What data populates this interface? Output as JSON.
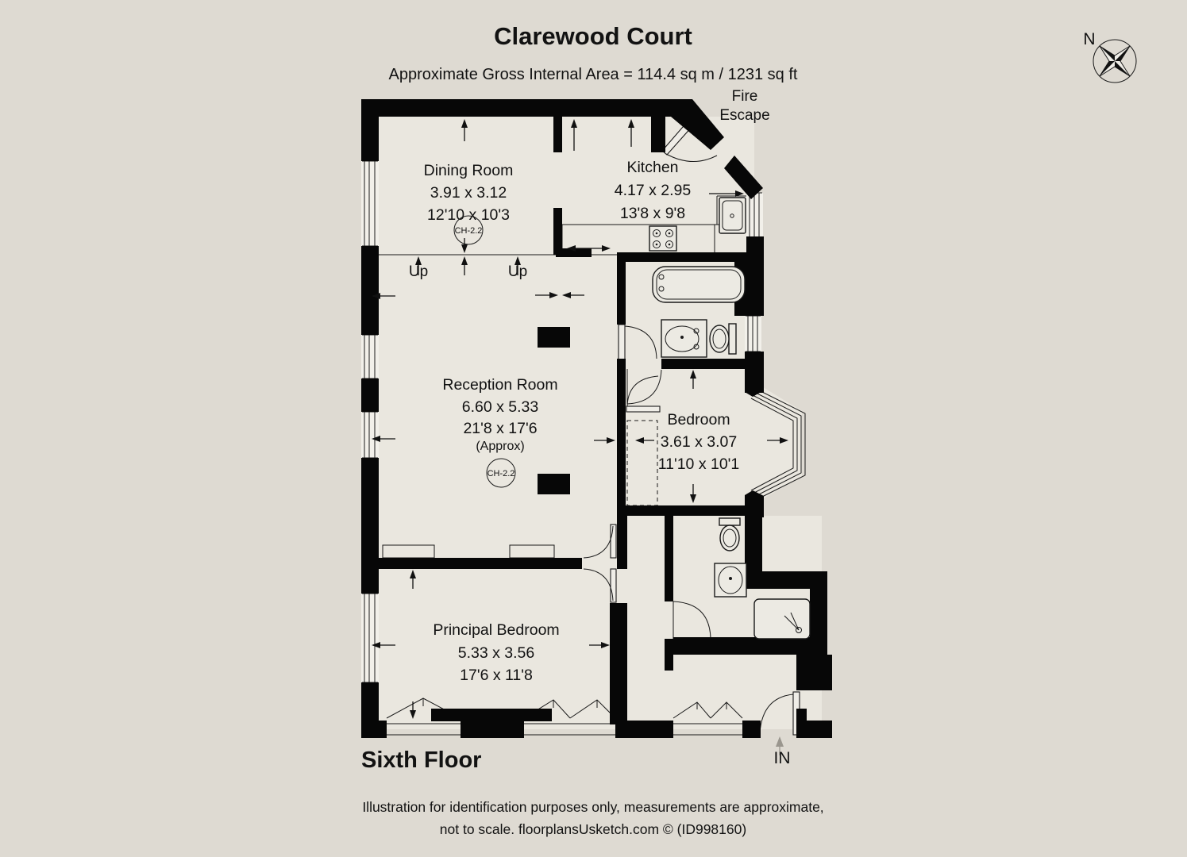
{
  "header": {
    "title": "Clarewood Court",
    "subtitle": "Approximate Gross Internal Area = 114.4 sq m / 1231 sq ft"
  },
  "compass": {
    "north": "N"
  },
  "rooms": [
    {
      "name": "Dining Room",
      "metric": "3.91 x 3.12",
      "imperial": "12'10 x 10'3",
      "ceiling": "CH-2.2"
    },
    {
      "name": "Kitchen",
      "metric": "4.17 x 2.95",
      "imperial": "13'8 x 9'8"
    },
    {
      "name": "Reception Room",
      "metric": "6.60 x 5.33",
      "imperial": "21'8 x 17'6",
      "approx": "(Approx)",
      "ceiling": "CH-2.2"
    },
    {
      "name": "Bedroom",
      "metric": "3.61 x 3.07",
      "imperial": "11'10 x 10'1"
    },
    {
      "name": "Principal Bedroom",
      "metric": "5.33 x 3.56",
      "imperial": "17'6 x 11'8"
    }
  ],
  "annotations": {
    "fire_escape_line1": "Fire",
    "fire_escape_line2": "Escape",
    "up_left": "Up",
    "up_right": "Up",
    "entrance": "IN",
    "floor": "Sixth Floor"
  },
  "footer": {
    "line1": "Illustration for identification purposes only, measurements are approximate,",
    "line2": "not to scale. floorplansUsketch.com © (ID998160)"
  },
  "colors": {
    "background": "#dedad2",
    "interior": "#eae7df",
    "wall": "#070707",
    "line": "#1a1a1a"
  }
}
